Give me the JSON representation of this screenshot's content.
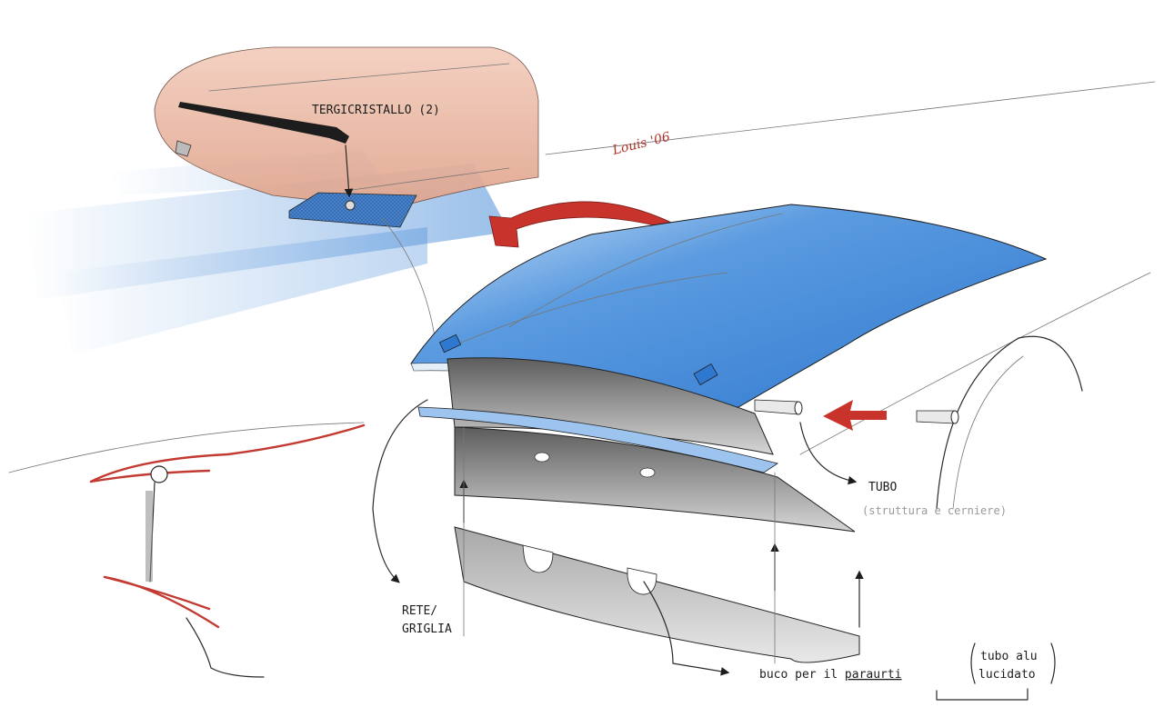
{
  "labels": {
    "wiper": "TERGICRISTALLO (2)",
    "signature": "Louis '06",
    "tube": "TUBO",
    "tube_note": "(struttura e cerniere)",
    "mesh_line1": "RETE/",
    "mesh_line2": "GRIGLIA",
    "bumper_hole_prefix": "buco per il ",
    "bumper_hole_underlined": "paraurti",
    "alu_line1": "tubo alu",
    "alu_line2": "lucidato"
  },
  "colors": {
    "hood_blue": "#3f86d6",
    "hood_blue_light": "#9cc4ee",
    "windshield_pink": "#e9b19b",
    "grille_grey": "#7c7c7c",
    "accent_red": "#c8342c",
    "ink": "#1c1c1c"
  }
}
